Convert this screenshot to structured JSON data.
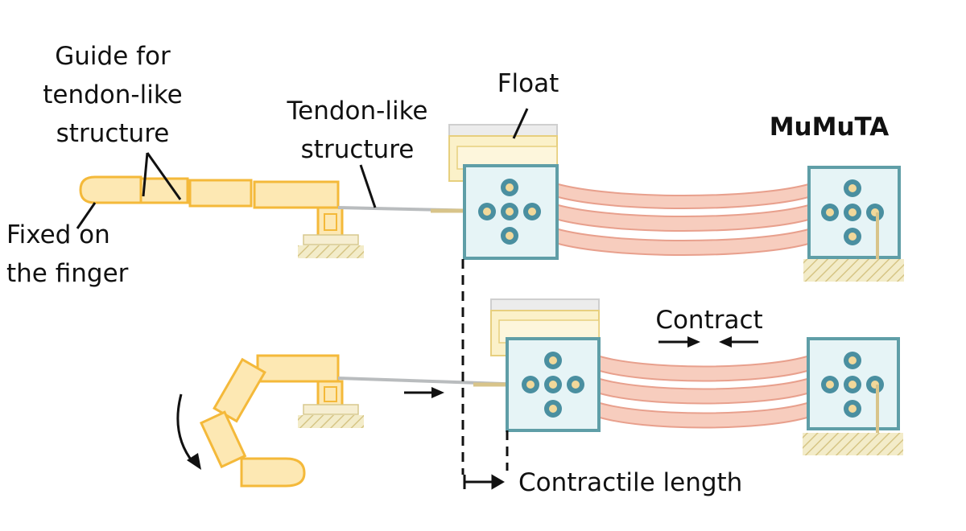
{
  "labels": {
    "guide_line1": "Guide for",
    "guide_line2": "tendon-like",
    "guide_line3": "structure",
    "tendon_line1": "Tendon-like",
    "tendon_line2": "structure",
    "fixed_line1": "Fixed on",
    "fixed_line2": "the finger",
    "float": "Float",
    "mumuta": "MuMuTA",
    "contract": "Contract",
    "contractile_length": "Contractile length"
  },
  "colors": {
    "finger_fill": "#fde8b3",
    "finger_stroke": "#f4b93a",
    "block_fill": "#e6f4f6",
    "block_stroke": "#5f9ea7",
    "dot_fill": "#4a8fa0",
    "dot_center": "#f1d89a",
    "muscle_fill": "#f7cdbe",
    "muscle_stroke": "#e8a08d",
    "float_fill": "#fbf1c9",
    "float_stroke": "#e7cf7e",
    "float_top": "#dcdcdc",
    "ground": "#e3d7a0",
    "tendon": "#b9bcbe"
  }
}
